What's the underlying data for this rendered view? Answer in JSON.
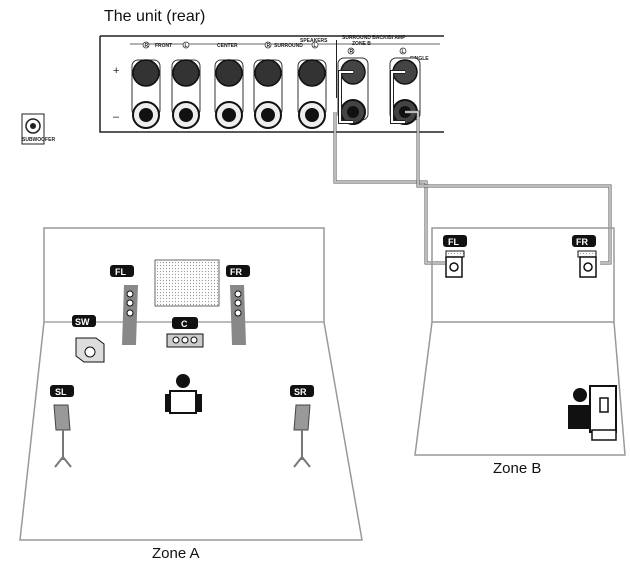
{
  "title": "The unit (rear)",
  "panel": {
    "speakers_header": "SPEAKERS",
    "front_label": "FRONT",
    "center_label": "CENTER",
    "surround_label": "SURROUND",
    "surround_back_label": "SURROUND BACK/BI AMP",
    "zone_b_label": "ZONE B",
    "single_label": "SINGLE",
    "channel_r": "R",
    "channel_l": "L",
    "plus_sign": "+",
    "minus_sign": "–",
    "subwoofer_label": "SUBWOOFER"
  },
  "zone_a": {
    "label": "Zone A",
    "speakers": {
      "fl": "FL",
      "fr": "FR",
      "c": "C",
      "sw": "SW",
      "sl": "SL",
      "sr": "SR"
    }
  },
  "zone_b": {
    "label": "Zone B",
    "speakers": {
      "fl": "FL",
      "fr": "FR"
    }
  }
}
